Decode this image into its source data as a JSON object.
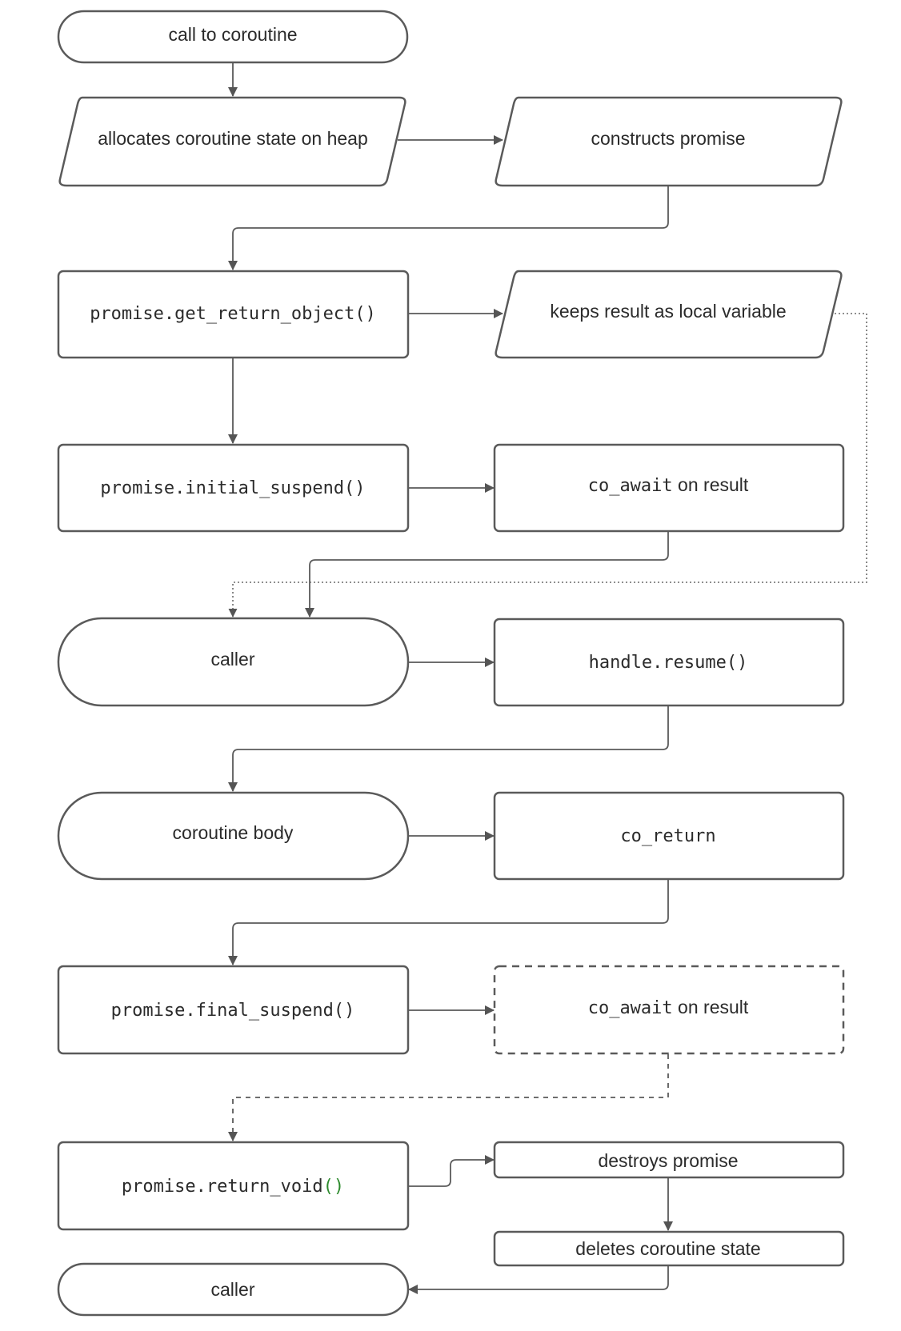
{
  "diagram": {
    "nodes": {
      "call_to_coroutine": "call to coroutine",
      "allocates_state": "allocates coroutine state on heap",
      "constructs_promise": "constructs promise",
      "get_return_object": "promise.get_return_object()",
      "keeps_result": "keeps result as local variable",
      "initial_suspend": "promise.initial_suspend()",
      "co_await_initial": {
        "code": "co_await",
        "text": " on result"
      },
      "caller_1": "caller",
      "handle_resume": "handle.resume()",
      "coroutine_body": "coroutine body",
      "co_return": "co_return",
      "final_suspend": "promise.final_suspend()",
      "co_await_final": {
        "code": "co_await",
        "text": " on result"
      },
      "return_void": {
        "code": "promise.return_void",
        "parens": "()"
      },
      "destroys_promise": "destroys promise",
      "deletes_state": "deletes coroutine state",
      "caller_2": "caller"
    },
    "colors": {
      "stroke": "#5a5a5a",
      "text": "#2b2b2b",
      "parens_highlight": "#2e8b2e"
    }
  }
}
